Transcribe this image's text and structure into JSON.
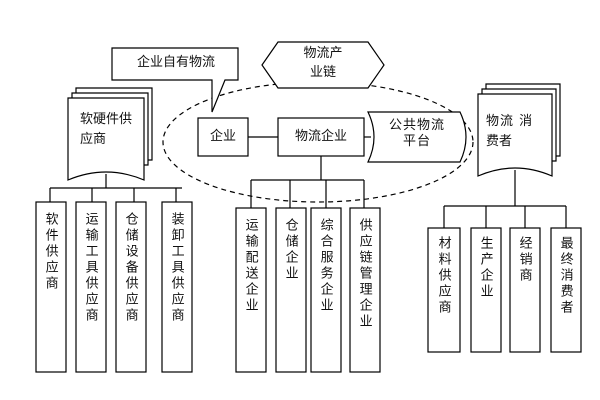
{
  "center": {
    "company": "企业",
    "logistics_company": "物流企业",
    "public_platform": "公共物流平台",
    "chain_lines": [
      "物流产",
      "业链"
    ],
    "callout": "企业自有物流"
  },
  "left": {
    "title_lines": [
      "软硬件供",
      "应商"
    ],
    "children": [
      "软件供应商",
      "运输工具供应商",
      "仓储设备供应商",
      "装卸工具供应商"
    ]
  },
  "middle": {
    "children": [
      "运输配送企业",
      "仓储企业",
      "综合服务企业",
      "供应链管理企业"
    ]
  },
  "right": {
    "title_lines": [
      "物流 消",
      "费者"
    ],
    "children": [
      "材料供应商",
      "生产企业",
      "经销商",
      "最终消费者"
    ]
  }
}
